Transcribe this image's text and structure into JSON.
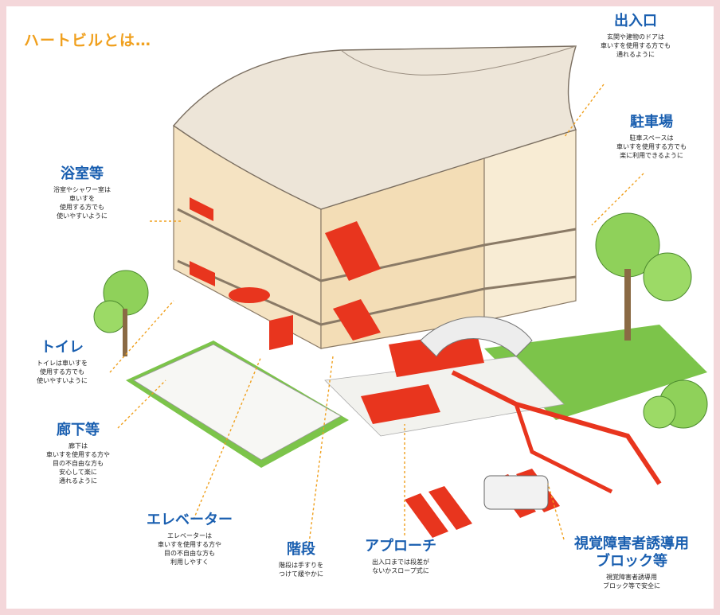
{
  "title": "ハートビルとは…",
  "colors": {
    "heading": "#1a5fb0",
    "title": "#f0a01e",
    "accent_red": "#e8351e",
    "green": "#7cc44a",
    "building": "#f5e3c2",
    "roof": "#ede5d8"
  },
  "callouts": {
    "entrance": {
      "heading": "出入口",
      "lines": [
        "玄関や建物のドアは",
        "車いすを使用する方でも",
        "通れるように"
      ]
    },
    "parking": {
      "heading": "駐車場",
      "lines": [
        "駐車スペースは",
        "車いすを使用する方でも",
        "楽に利用できるように"
      ]
    },
    "bath": {
      "heading": "浴室等",
      "lines": [
        "浴室やシャワー室は",
        "車いすを",
        "使用する方でも",
        "使いやすいように"
      ]
    },
    "toilet": {
      "heading": "トイレ",
      "lines": [
        "トイレは車いすを",
        "使用する方でも",
        "使いやすいように"
      ]
    },
    "corridor": {
      "heading": "廊下等",
      "lines": [
        "廊下は",
        "車いすを使用する方や",
        "目の不自由な方も",
        "安心して楽に",
        "通れるように"
      ]
    },
    "elevator": {
      "heading": "エレベーター",
      "lines": [
        "エレベーターは",
        "車いすを使用する方や",
        "目の不自由な方も",
        "利用しやすく"
      ]
    },
    "stairs": {
      "heading": "階段",
      "lines": [
        "階段は手すりを",
        "つけて緩やかに"
      ]
    },
    "approach": {
      "heading": "アプローチ",
      "lines": [
        "出入口までは段差が",
        "ないかスロープ式に"
      ]
    },
    "tactile": {
      "heading": "視覚障害者誘導用\nブロック等",
      "lines": [
        "視覚障害者誘導用",
        "ブロック等で安全に"
      ]
    }
  }
}
